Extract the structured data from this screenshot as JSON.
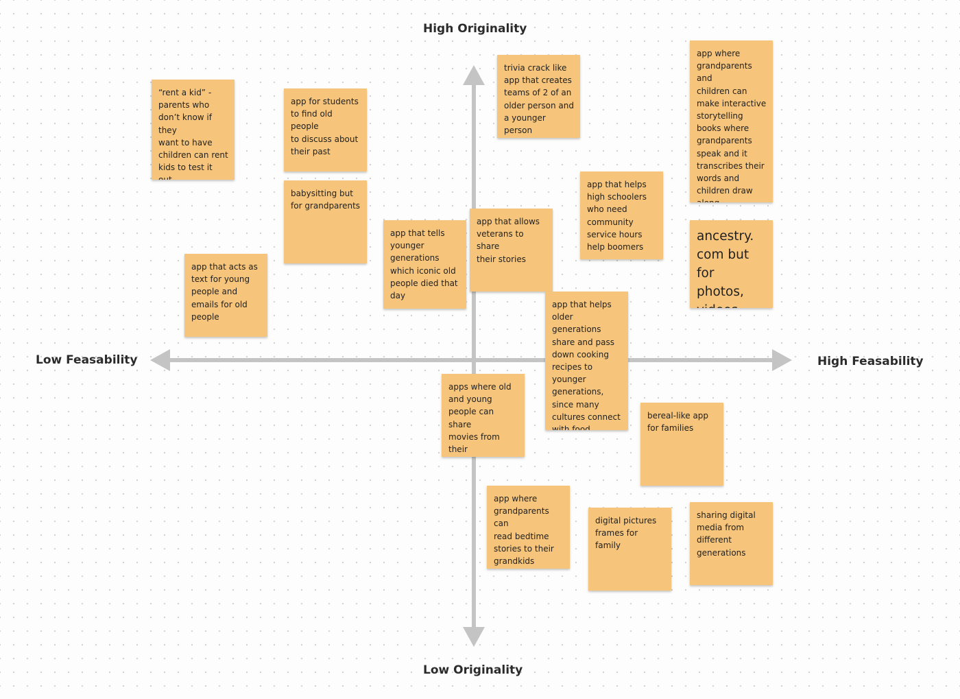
{
  "axes": {
    "top_label": "High Originality",
    "bottom_label": "Low Originality",
    "left_label": "Low Feasability",
    "right_label": "High Feasability",
    "axis_color": "#c4c4c4"
  },
  "note_style": {
    "fill_color": "#f6c57b",
    "text_color": "#1f1f1f"
  },
  "notes": [
    {
      "id": "rent-a-kid",
      "text": "“rent a kid” -\nparents who\ndon’t know if they\nwant to have\nchildren can rent\nkids to test it out\nfor a trial period"
    },
    {
      "id": "students-old-people",
      "text": "app for students\nto find old people\nto discuss about\ntheir past"
    },
    {
      "id": "babysitting",
      "text": "babysitting but\nfor grandparents"
    },
    {
      "id": "text-and-emails",
      "text": "app that acts as\ntext for young\npeople and\nemails for old\npeople"
    },
    {
      "id": "iconic-old-people",
      "text": "app that tells\nyounger\ngenerations\nwhich iconic old\npeople died that\nday"
    },
    {
      "id": "veterans",
      "text": "app that allows\nveterans to share\ntheir stories"
    },
    {
      "id": "trivia-crack",
      "text": "trivia crack like\napp that creates\nteams of 2 of an\nolder person and\na younger person"
    },
    {
      "id": "high-schoolers",
      "text": "app that helps\nhigh schoolers\nwho need\ncommunity\nservice hours\nhelp boomers"
    },
    {
      "id": "storytelling",
      "text": "app where\ngrandparents and\nchildren can\nmake interactive\nstorytelling\nbooks where\ngrandparents\nspeak and it\ntranscribes their\nwords and\nchildren draw\nalong"
    },
    {
      "id": "ancestry",
      "text": "ancestry.\ncom but for\nphotos,\nvideos, etc."
    },
    {
      "id": "cooking-recipes",
      "text": "app that helps\nolder generations\nshare and pass\ndown cooking\nrecipes to\nyounger\ngenerations,\nsince many\ncultures connect\nwith food"
    },
    {
      "id": "movies",
      "text": "apps where old\nand young\npeople can share\nmovies from their\ntime"
    },
    {
      "id": "bereal",
      "text": "bereal-like app\nfor families"
    },
    {
      "id": "bedtime-stories",
      "text": "app where\ngrandparents can\nread bedtime\nstories to their\ngrandkids"
    },
    {
      "id": "digital-frames",
      "text": "digital pictures\nframes for family"
    },
    {
      "id": "sharing-media",
      "text": "sharing digital\nmedia from\ndifferent\ngenerations"
    }
  ]
}
